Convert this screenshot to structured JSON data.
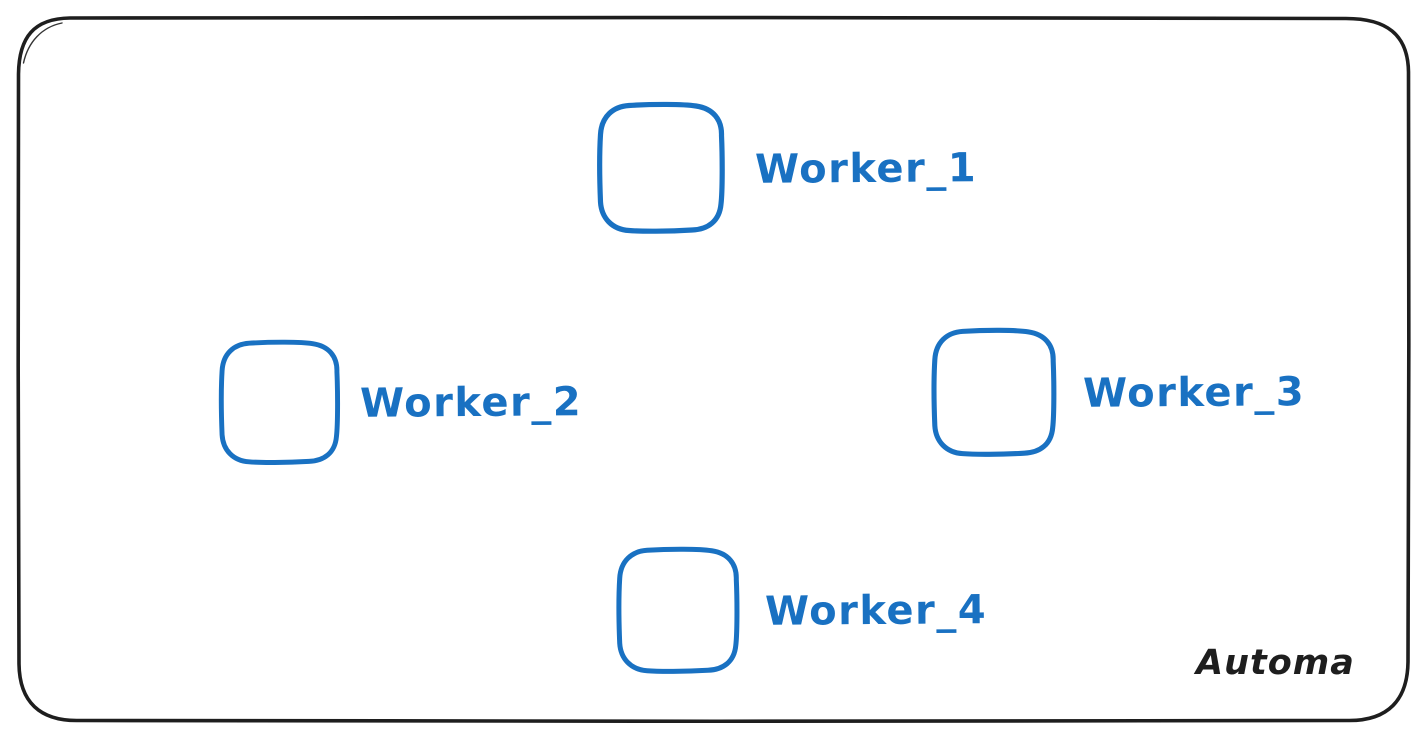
{
  "diagram": {
    "watermark": "Automa",
    "nodes": [
      {
        "id": "worker-1",
        "label": "Worker_1"
      },
      {
        "id": "worker-2",
        "label": "Worker_2"
      },
      {
        "id": "worker-3",
        "label": "Worker_3"
      },
      {
        "id": "worker-4",
        "label": "Worker_4"
      }
    ],
    "colors": {
      "accent": "#1971c2",
      "ink": "#1e1e1e",
      "background": "#ffffff"
    }
  }
}
